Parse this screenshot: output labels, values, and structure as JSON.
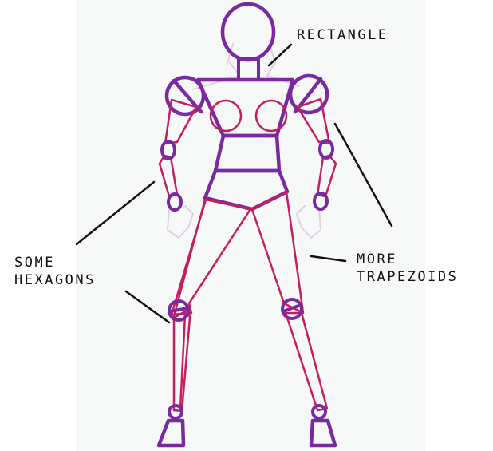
{
  "colors": {
    "background": "#ffffff",
    "panel": "#f7f8f8",
    "outline_purple": "#7a2aa0",
    "outline_magenta": "#c71c5e",
    "faint_lilac": "#e2cfe6",
    "pointer_line": "#111111"
  },
  "annotations": {
    "rectangle": [
      "RECTANGLE"
    ],
    "hexagons": [
      "SOME",
      "HEXAGONS"
    ],
    "trapezoids": [
      "MORE",
      "TRAPEZOIDS"
    ]
  }
}
